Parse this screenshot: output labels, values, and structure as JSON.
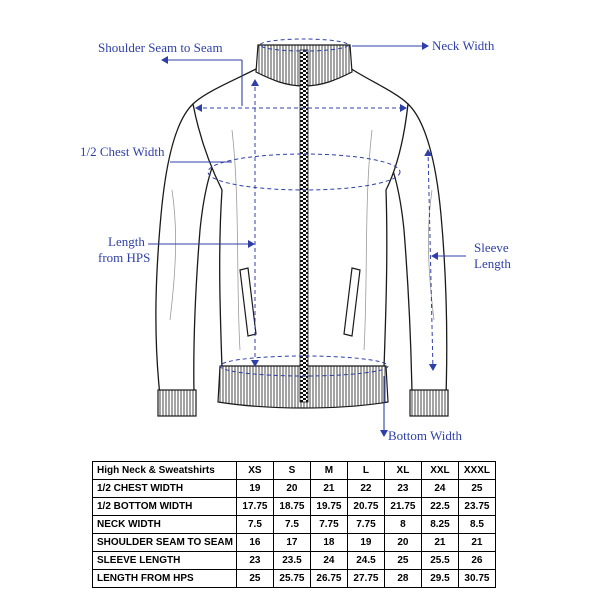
{
  "labels": {
    "shoulder": "Shoulder Seam to Seam",
    "neck": "Neck Width",
    "chest": "1/2 Chest Width",
    "length_line1": "Length",
    "length_line2": "from HPS",
    "sleeve_line1": "Sleeve",
    "sleeve_line2": "Length",
    "bottom": "Bottom Width"
  },
  "colors": {
    "annotation": "#2f3fa8",
    "outline": "#1a1a1a",
    "zipper": "#111111"
  },
  "table": {
    "header": [
      "High Neck & Sweatshirts",
      "XS",
      "S",
      "M",
      "L",
      "XL",
      "XXL",
      "XXXL"
    ],
    "rows": [
      [
        "1/2 CHEST WIDTH",
        "19",
        "20",
        "21",
        "22",
        "23",
        "24",
        "25"
      ],
      [
        "1/2 BOTTOM WIDTH",
        "17.75",
        "18.75",
        "19.75",
        "20.75",
        "21.75",
        "22.5",
        "23.75"
      ],
      [
        "NECK WIDTH",
        "7.5",
        "7.5",
        "7.75",
        "7.75",
        "8",
        "8.25",
        "8.5"
      ],
      [
        "SHOULDER SEAM TO SEAM",
        "16",
        "17",
        "18",
        "19",
        "20",
        "21",
        "21"
      ],
      [
        "SLEEVE LENGTH",
        "23",
        "23.5",
        "24",
        "24.5",
        "25",
        "25.5",
        "26"
      ],
      [
        "LENGTH FROM HPS",
        "25",
        "25.75",
        "26.75",
        "27.75",
        "28",
        "29.5",
        "30.75"
      ]
    ]
  }
}
